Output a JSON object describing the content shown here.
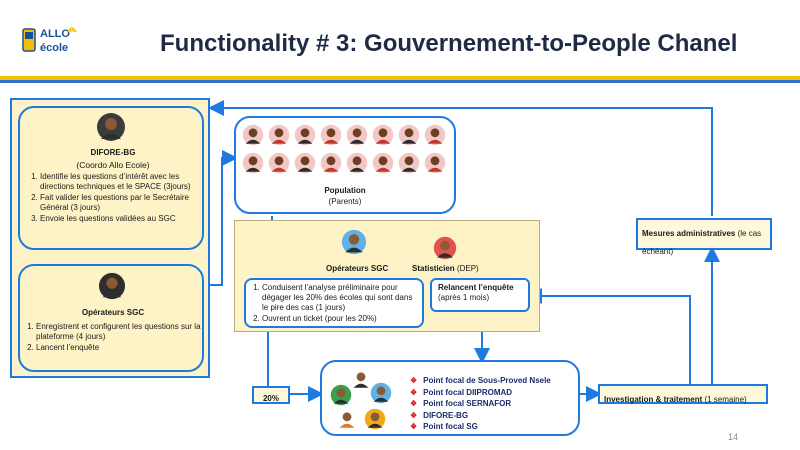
{
  "logo": {
    "line1": "ALLO",
    "line2": "école"
  },
  "title": "Functionality # 3: Gouvernement-to-People Chanel",
  "difore": {
    "name": "DIFORE-BG",
    "role": "(Coordo Allo Ecole)",
    "steps": [
      "Identifie les questions d’intérêt  avec les directions techniques et le SPACE (3jours)",
      "Fait valider les questions par le Secrétaire Général (3 jours)",
      "Envoie les questions validées au SGC"
    ]
  },
  "operateurs_left": {
    "name": "Opérateurs  SGC",
    "steps": [
      "Enregistrent et configurent les questions sur la plateforme (4 jours)",
      "Lancent l’enquête"
    ]
  },
  "population": {
    "name": "Population",
    "sub": "(Parents)",
    "avatars": 16
  },
  "sgc_panel": {
    "operateurs": "Opérateurs  SGC",
    "statisticien": "Statisticien",
    "statisticien_sub": "(DEP)",
    "steps": [
      "Conduisent l’analyse préliminaire pour dégager les 20% des écoles qui sont dans le pire des cas (1 jours)",
      "Ouvrent un ticket (pour les 20%)"
    ],
    "relance": {
      "bold": "Relancent l’enquête",
      "sub": "(après 1 mois)"
    }
  },
  "percent_label": "20%",
  "focal_points": [
    "Point focal de Sous-Proved  Nsele",
    "Point focal DIIPROMAD",
    "Point focal SERNAFOR",
    "DIFORE-BG",
    "Point focal SG"
  ],
  "investigation": {
    "bold": "Investigation & traitement",
    "sub": " (1 semaine)"
  },
  "mesures": {
    "bold": "Mesures administratives",
    "sub": " (le cas échéant)"
  },
  "page_number": "14",
  "colors": {
    "accent": "#1f7ae0",
    "panel": "#fdf3c6",
    "band_yellow": "#f2c200",
    "band_blue": "#2e6fd1"
  }
}
